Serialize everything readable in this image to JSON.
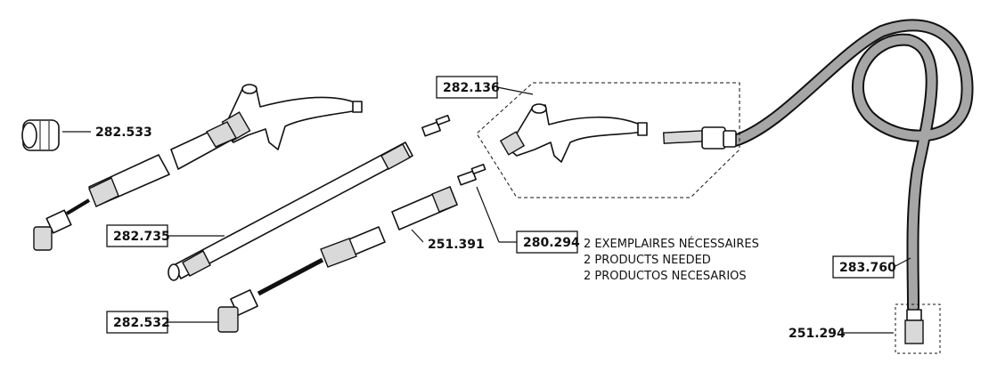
{
  "diagram": {
    "parts": [
      {
        "ref": "282.533",
        "boxed": false
      },
      {
        "ref": "282.735",
        "boxed": true
      },
      {
        "ref": "282.532",
        "boxed": true
      },
      {
        "ref": "251.391",
        "boxed": false
      },
      {
        "ref": "280.294",
        "boxed": true
      },
      {
        "ref": "282.136",
        "boxed": true
      },
      {
        "ref": "283.760",
        "boxed": true
      },
      {
        "ref": "251.294",
        "boxed": false
      }
    ],
    "note": [
      "2 EXEMPLAIRES NÉCESSAIRES",
      "2 PRODUCTS NEEDED",
      "2 PRODUCTOS NECESARIOS"
    ],
    "colors": {
      "hose": "#a6a6a6",
      "line": "#111111"
    }
  }
}
